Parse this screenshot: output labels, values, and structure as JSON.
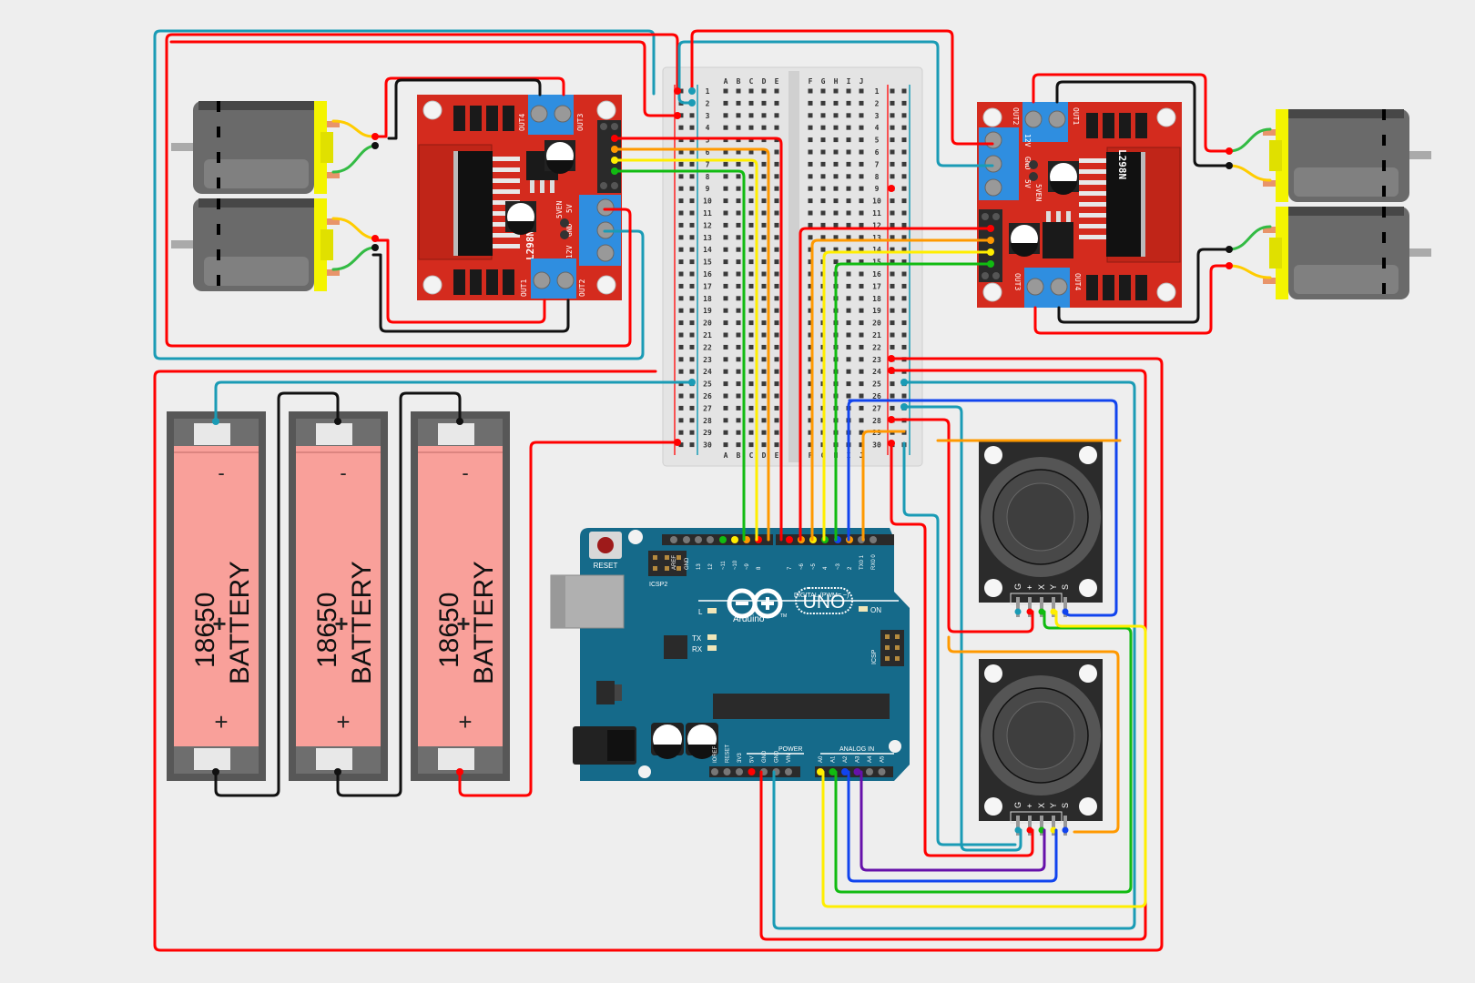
{
  "diagram": {
    "title": "Dual L298N motor driver robot with Arduino UNO and two joysticks",
    "components": {
      "driver_left": {
        "chip_label": "L298N",
        "out_labels": [
          "OUT1",
          "OUT2",
          "OUT3",
          "OUT4"
        ],
        "power_labels": [
          "12V",
          "GND",
          "5V"
        ],
        "jumper_label": "5VEN"
      },
      "driver_right": {
        "chip_label": "L298N",
        "out_labels": [
          "OUT1",
          "OUT2",
          "OUT3",
          "OUT4"
        ],
        "power_labels": [
          "12V",
          "GND",
          "5V"
        ],
        "jumper_label": "5VEN"
      },
      "breadboard": {
        "columns_left": [
          "A",
          "B",
          "C",
          "D",
          "E"
        ],
        "columns_right": [
          "F",
          "G",
          "H",
          "I",
          "J"
        ],
        "rows": [
          "1",
          "2",
          "3",
          "4",
          "5",
          "6",
          "7",
          "8",
          "9",
          "10",
          "11",
          "12",
          "13",
          "14",
          "15",
          "16",
          "17",
          "18",
          "19",
          "20",
          "21",
          "22",
          "23",
          "24",
          "25",
          "26",
          "27",
          "28",
          "29",
          "30"
        ]
      },
      "batteries": [
        {
          "type": "18650",
          "label": "BATTERY",
          "minus": "-",
          "plus": "+"
        },
        {
          "type": "18650",
          "label": "BATTERY",
          "minus": "-",
          "plus": "+"
        },
        {
          "type": "18650",
          "label": "BATTERY",
          "minus": "-",
          "plus": "+"
        }
      ],
      "arduino": {
        "brand": "Arduino",
        "model": "UNO",
        "trademark": "TM",
        "reset_label": "RESET",
        "icsp2_label": "ICSP2",
        "icsp_label": "ICSP",
        "led_labels": [
          "L",
          "TX",
          "RX",
          "ON"
        ],
        "digital_header_label": "DIGITAL (PWM= ~)",
        "power_header_label": "POWER",
        "analog_header_label": "ANALOG IN",
        "digital_pins": [
          "AREF",
          "GND",
          "13",
          "12",
          "~11",
          "~10",
          "~9",
          "8",
          "7",
          "~6",
          "~5",
          "4",
          "~3",
          "2",
          "TX0 1",
          "RX0 0"
        ],
        "power_pins": [
          "IOREF",
          "RESET",
          "3V3",
          "5V",
          "GND",
          "GND",
          "VIN"
        ],
        "analog_pins": [
          "A0",
          "A1",
          "A2",
          "A3",
          "A4",
          "A5"
        ]
      },
      "joysticks": [
        {
          "pin_labels": [
            "G",
            "+",
            "X",
            "Y",
            "S"
          ]
        },
        {
          "pin_labels": [
            "G",
            "+",
            "X",
            "Y",
            "S"
          ]
        }
      ],
      "motors": [
        {
          "side": "left"
        },
        {
          "side": "left"
        },
        {
          "side": "right"
        },
        {
          "side": "right"
        }
      ]
    },
    "wire_colors": {
      "red": "#ff0000",
      "black": "#111111",
      "teal": "#1a9bb5",
      "orange": "#ff9900",
      "yellow": "#ffee00",
      "green": "#11bb11",
      "blue": "#1144ee",
      "purple": "#6611aa",
      "motor_yellow": "#ffcc00",
      "motor_green": "#33bb44"
    },
    "colors": {
      "background": "#eeeeee",
      "driver_pcb": "#d42b1e",
      "terminal_blue": "#2f8ee0",
      "arduino_pcb": "#156a8a",
      "battery_cell": "#f9a09a",
      "joystick_pcb": "#2b2b2b",
      "motor_body": "#6a6a6a",
      "motor_cap": "#f4f400"
    }
  }
}
